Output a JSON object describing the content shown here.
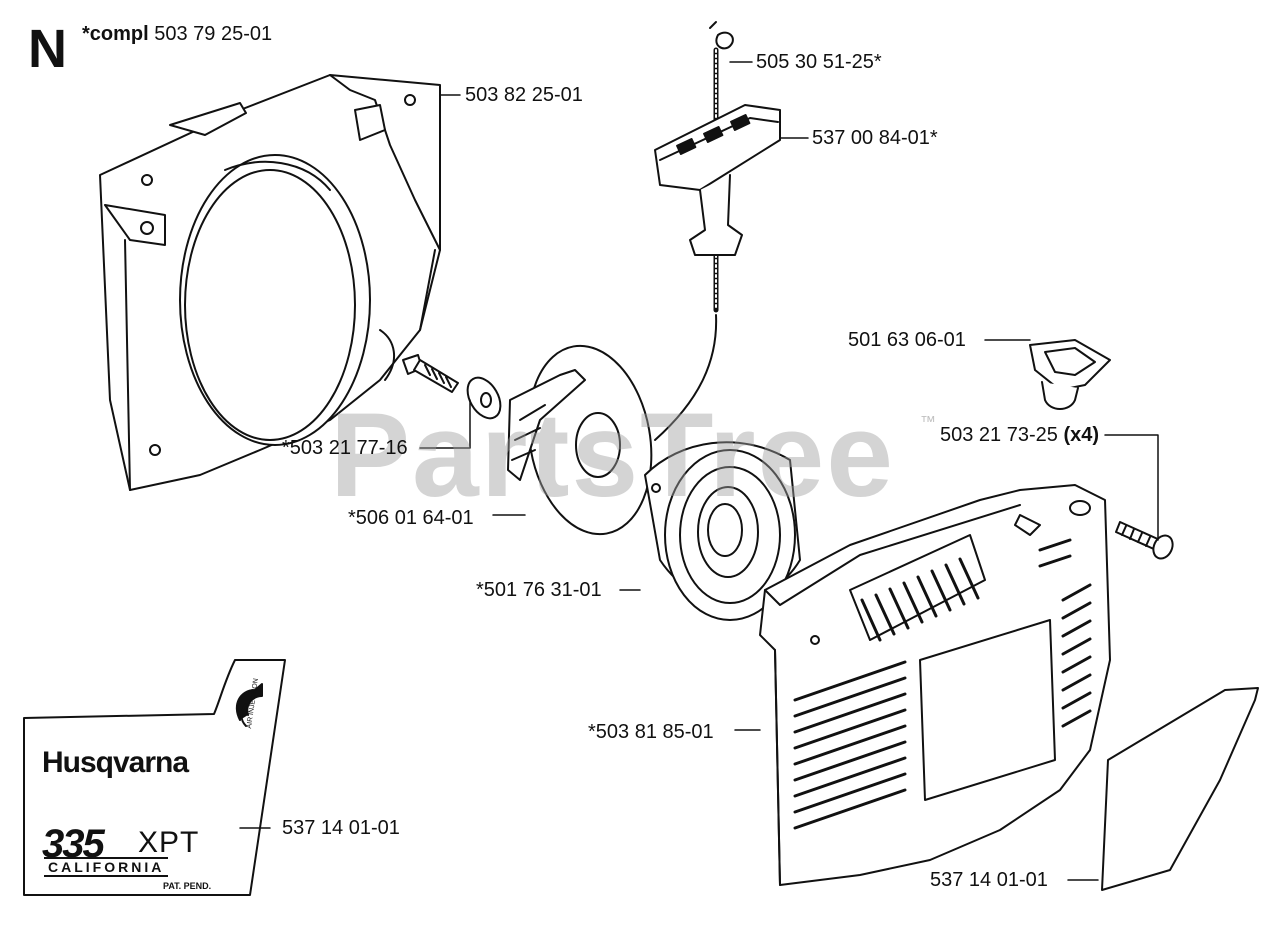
{
  "section_letter": "N",
  "kit": {
    "prefix": "*compl",
    "number": "503 79 25-01"
  },
  "watermark": {
    "text": "PartsTree",
    "tm": "™"
  },
  "parts": [
    {
      "id": "fan-housing",
      "label": "503 82 25-01"
    },
    {
      "id": "starter-cord",
      "label": "505 30 51-25*"
    },
    {
      "id": "starter-handle",
      "label": "537 00 84-01*"
    },
    {
      "id": "bushing",
      "label": "501 63 06-01"
    },
    {
      "id": "housing-screw",
      "label": "503 21 73-25",
      "qty": "(x4)"
    },
    {
      "id": "center-screw",
      "label": "*503 21 77-16"
    },
    {
      "id": "rope-pulley",
      "label": "*506 01 64-01"
    },
    {
      "id": "recoil-spring",
      "label": "*501 76 31-01"
    },
    {
      "id": "starter-housing",
      "label": "*503 81 85-01"
    },
    {
      "id": "decal-left",
      "label": "537 14 01-01"
    },
    {
      "id": "decal-right",
      "label": "537 14 01-01"
    }
  ],
  "decal": {
    "brand": "Husqvarna",
    "model": "335",
    "model_suffix": "XPT",
    "state": "CALIFORNIA",
    "patent": "PAT. PEND.",
    "feature": "AIR INJECTION"
  }
}
